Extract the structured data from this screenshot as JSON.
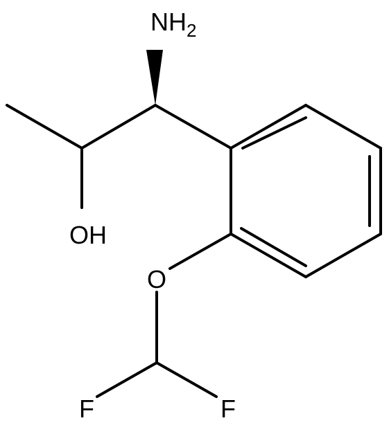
{
  "structure": {
    "atoms": {
      "amine": {
        "main": "NH",
        "subscript": "2"
      },
      "hydroxyl": "OH",
      "ether_oxygen": "O",
      "fluorine_left": "F",
      "fluorine_right": "F"
    },
    "stereo": {
      "wedge_at": "amine"
    }
  }
}
